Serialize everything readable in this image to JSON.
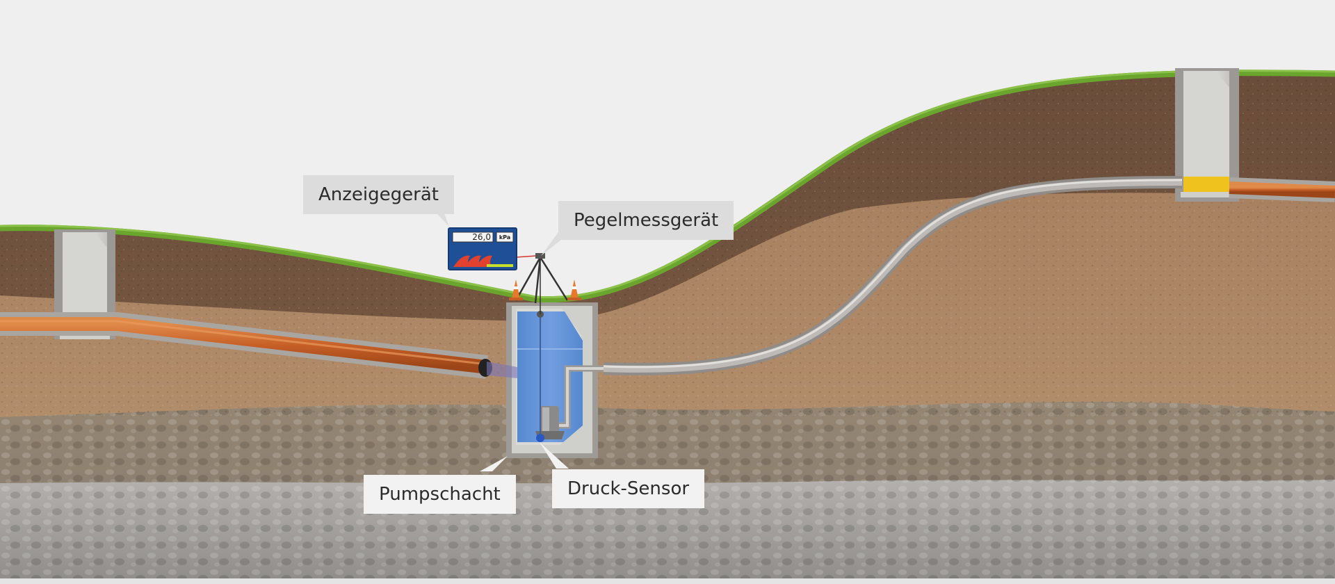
{
  "labels": {
    "display_device": "Anzeigegerät",
    "level_meter": "Pegelmessgerät",
    "pump_shaft": "Pumpschacht",
    "pressure_sensor": "Druck-Sensor"
  },
  "display": {
    "value": "26,0",
    "unit": "kPa"
  },
  "colors": {
    "background": "#efefef",
    "grass": "#6aa52e",
    "topsoil": "#7a5c45",
    "clay": "#b08b68",
    "gravel": "#8a7e70",
    "rock": "#a6a3a0",
    "sewer_pipe": "#c8612a",
    "pressure_pipe": "#a9a9a9",
    "water": "#5b8fd6",
    "display_panel": "#1f4f97",
    "traffic_cone": "#e8792a"
  }
}
